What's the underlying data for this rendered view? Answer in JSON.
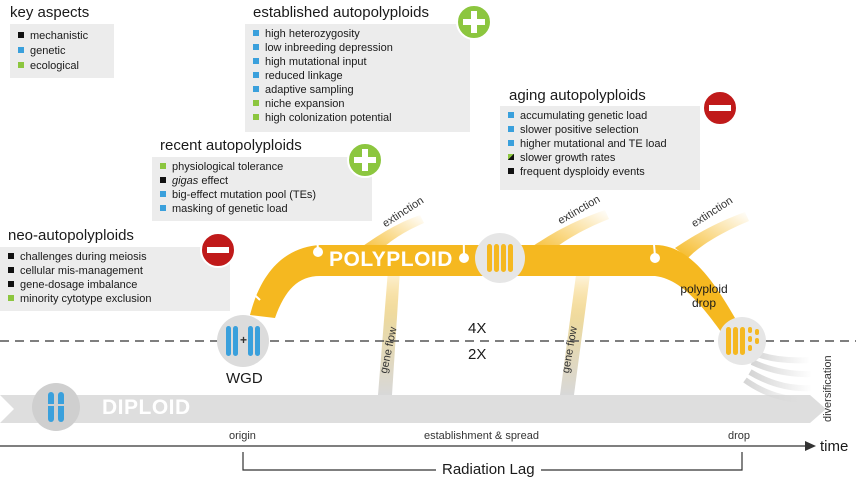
{
  "colors": {
    "mechanistic": "#111111",
    "genetic": "#3aa0dc",
    "ecological": "#8cc63f",
    "polyploid": "#f5b820",
    "diploid": "#dcdcdc",
    "plus": "#8cc63f",
    "minus": "#c01a1a"
  },
  "legend": {
    "title": "key aspects",
    "items": [
      {
        "label": "mechanistic",
        "kind": "m"
      },
      {
        "label": "genetic",
        "kind": "g"
      },
      {
        "label": "ecological",
        "kind": "e"
      }
    ]
  },
  "panels": {
    "neo": {
      "title": "neo-autopolyploids",
      "sign": "minus",
      "items": [
        {
          "label": "challenges during meiosis",
          "kind": "m"
        },
        {
          "label": "cellular mis-management",
          "kind": "m"
        },
        {
          "label": "gene-dosage imbalance",
          "kind": "m"
        },
        {
          "label": "minority cytotype exclusion",
          "kind": "e"
        }
      ]
    },
    "recent": {
      "title": "recent autopolyploids",
      "sign": "plus",
      "items": [
        {
          "label": "physiological tolerance",
          "kind": "e"
        },
        {
          "label": "gigas",
          "suffix": " effect",
          "kind": "m"
        },
        {
          "label": "big-effect mutation pool (TEs)",
          "kind": "g"
        },
        {
          "label": "masking of genetic load",
          "kind": "g"
        }
      ]
    },
    "established": {
      "title": "established autopolyploids",
      "sign": "plus",
      "items": [
        {
          "label": "high heterozygosity",
          "kind": "g"
        },
        {
          "label": "low inbreeding depression",
          "kind": "g"
        },
        {
          "label": "high mutational input",
          "kind": "g"
        },
        {
          "label": "reduced linkage",
          "kind": "g"
        },
        {
          "label": "adaptive sampling",
          "kind": "g"
        },
        {
          "label": "niche expansion",
          "kind": "e"
        },
        {
          "label": "high colonization potential",
          "kind": "e"
        }
      ]
    },
    "aging": {
      "title": "aging autopolyploids",
      "sign": "minus",
      "items": [
        {
          "label": "accumulating genetic load",
          "kind": "g"
        },
        {
          "label": "slower positive selection",
          "kind": "g"
        },
        {
          "label": "higher mutational and TE load",
          "kind": "g"
        },
        {
          "label": "slower growth rates",
          "kind": "ge"
        },
        {
          "label": "frequent dysploidy events",
          "kind": "m"
        }
      ]
    }
  },
  "diagram": {
    "polyploid_label": "POLYPLOID",
    "diploid_label": "DIPLOID",
    "extinction_label": "extinction",
    "gene_flow_label": "gene flow",
    "level_4x": "4X",
    "level_2x": "2X",
    "wgd_label": "WGD",
    "polyploid_drop_label": "polyploid drop",
    "diversification_label": "diversification"
  },
  "timeline": {
    "axis_label": "time",
    "ticks": [
      "origin",
      "establishment & spread",
      "drop"
    ],
    "bracket_label": "Radiation Lag"
  }
}
